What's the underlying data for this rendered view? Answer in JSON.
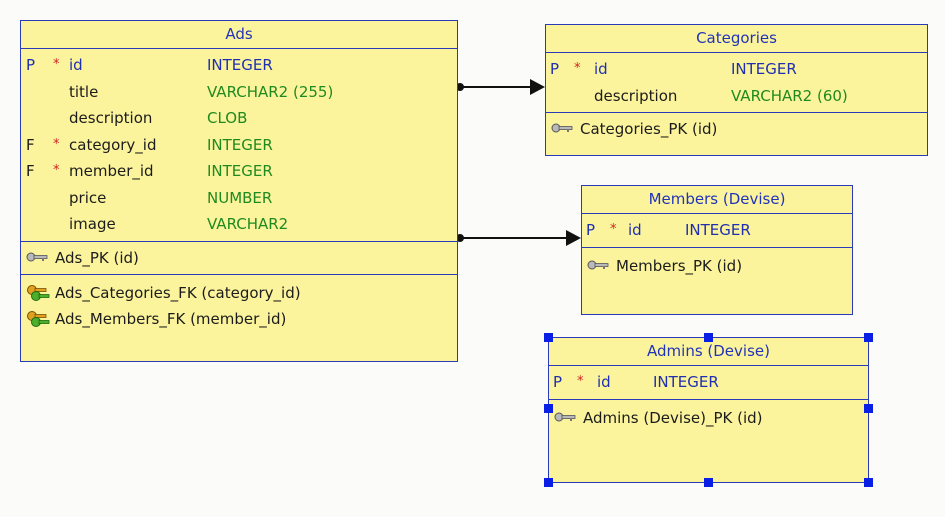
{
  "tables": {
    "ads": {
      "title": "Ads",
      "columns": [
        {
          "flag": "P",
          "required": "*",
          "name": "id",
          "type": "INTEGER"
        },
        {
          "flag": "",
          "required": "",
          "name": "title",
          "type": "VARCHAR2 (255)"
        },
        {
          "flag": "",
          "required": "",
          "name": "description",
          "type": "CLOB"
        },
        {
          "flag": "F",
          "required": "*",
          "name": "category_id",
          "type": "INTEGER"
        },
        {
          "flag": "F",
          "required": "*",
          "name": "member_id",
          "type": "INTEGER"
        },
        {
          "flag": "",
          "required": "",
          "name": "price",
          "type": "NUMBER"
        },
        {
          "flag": "",
          "required": "",
          "name": "image",
          "type": "VARCHAR2"
        }
      ],
      "primary_key": "Ads_PK (id)",
      "foreign_keys": [
        "Ads_Categories_FK (category_id)",
        "Ads_Members_FK (member_id)"
      ]
    },
    "categories": {
      "title": "Categories",
      "columns": [
        {
          "flag": "P",
          "required": "*",
          "name": "id",
          "type": "INTEGER"
        },
        {
          "flag": "",
          "required": "",
          "name": "description",
          "type": "VARCHAR2 (60)"
        }
      ],
      "primary_key": "Categories_PK (id)"
    },
    "members": {
      "title": "Members (Devise)",
      "columns": [
        {
          "flag": "P",
          "required": "*",
          "name": "id",
          "type": "INTEGER"
        }
      ],
      "primary_key": "Members_PK (id)"
    },
    "admins": {
      "title": "Admins (Devise)",
      "columns": [
        {
          "flag": "P",
          "required": "*",
          "name": "id",
          "type": "INTEGER"
        }
      ],
      "primary_key": "Admins (Devise)_PK (id)"
    }
  },
  "relationships": [
    {
      "from": "Ads",
      "to": "Categories"
    },
    {
      "from": "Ads",
      "to": "Members (Devise)"
    }
  ],
  "selected_table": "Admins (Devise)",
  "colors": {
    "table_fill": "#fbf49c",
    "border": "#2a3ab8",
    "title_text": "#2233bb",
    "key_flag": "#1f2fb0",
    "required_mark": "#d42020",
    "datatype_text": "#1f8a1f",
    "selection_handle": "#0a1fe6"
  }
}
